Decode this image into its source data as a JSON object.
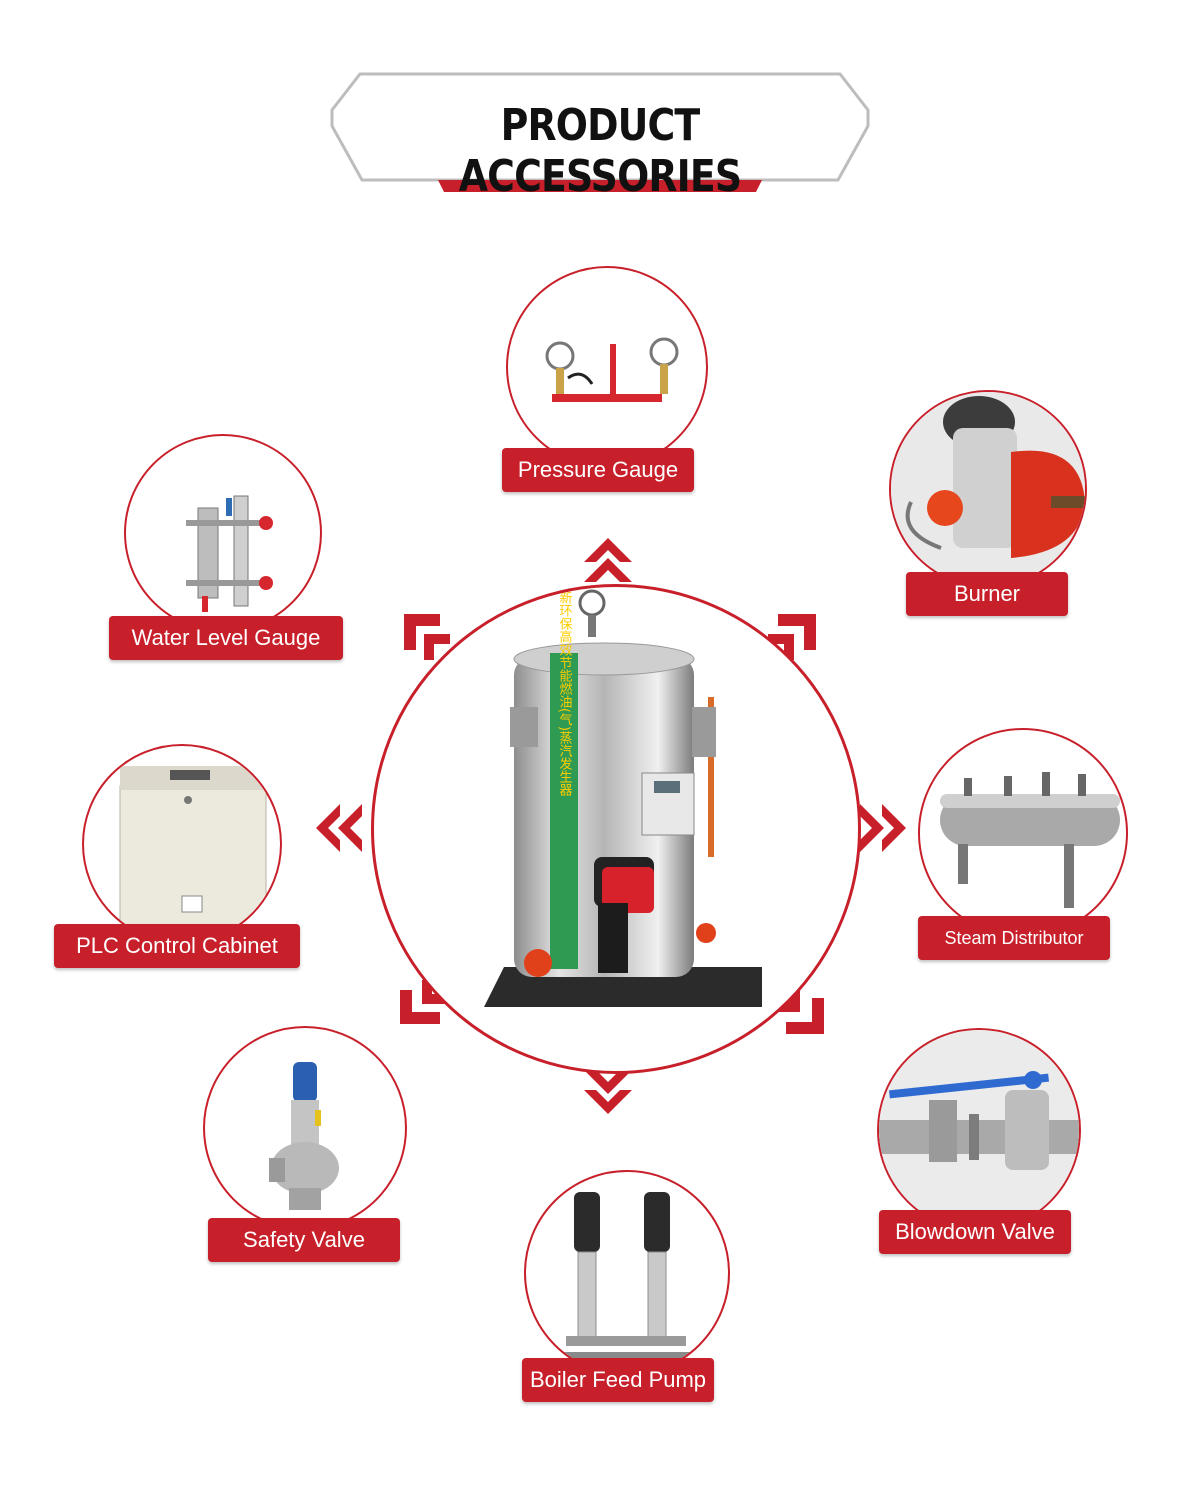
{
  "title": "PRODUCT ACCESSORIES",
  "center_product": {
    "vertical_text": "创新环保高效节能燃油(气)蒸汽发生器"
  },
  "accessories": [
    {
      "label": "Pressure Gauge"
    },
    {
      "label": "Burner"
    },
    {
      "label": "Water Level Gauge"
    },
    {
      "label": "PLC Control Cabinet"
    },
    {
      "label": "Steam Distributor"
    },
    {
      "label": "Safety Valve"
    },
    {
      "label": "Blowdown Valve"
    },
    {
      "label": "Boiler Feed Pump"
    }
  ],
  "colors": {
    "accent": "#c8202a",
    "frame": "#bdbdbd",
    "title": "#111111"
  }
}
